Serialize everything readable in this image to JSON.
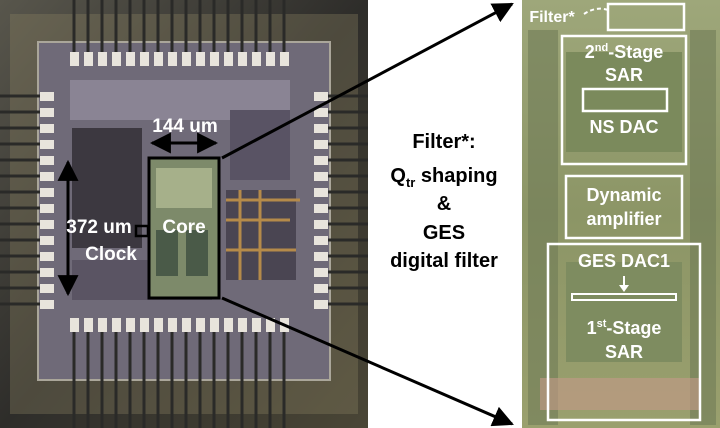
{
  "die_photo": {
    "width_dimension": "144 um",
    "height_dimension": "372 um",
    "core_label": "Core",
    "clock_label": "Clock"
  },
  "filter_note": {
    "line1": "Filter*:",
    "line2_base": "Q",
    "line2_sub": "tr",
    "line2_rest": " shaping",
    "line3": "&",
    "line4": "GES",
    "line5": "digital filter"
  },
  "zoom_view": {
    "filter_tag": "Filter*",
    "stage2_sup": "nd",
    "stage2_line1_pre": "2",
    "stage2_line1_post": "-Stage",
    "stage2_line2": "SAR",
    "ns_dac": "NS DAC",
    "dynamic_line1": "Dynamic",
    "dynamic_line2": "amplifier",
    "ges_dac1": "GES DAC1",
    "stage1_line1_pre": "1",
    "stage1_sup": "st",
    "stage1_line1_post": "-Stage",
    "stage1_line2": "SAR"
  },
  "colors": {
    "package_bg": "#3a3a36",
    "die_bg": "#6f6a78",
    "zoom_bg": "#8f9a6a",
    "label_white": "#ffffff",
    "label_black": "#000000"
  }
}
